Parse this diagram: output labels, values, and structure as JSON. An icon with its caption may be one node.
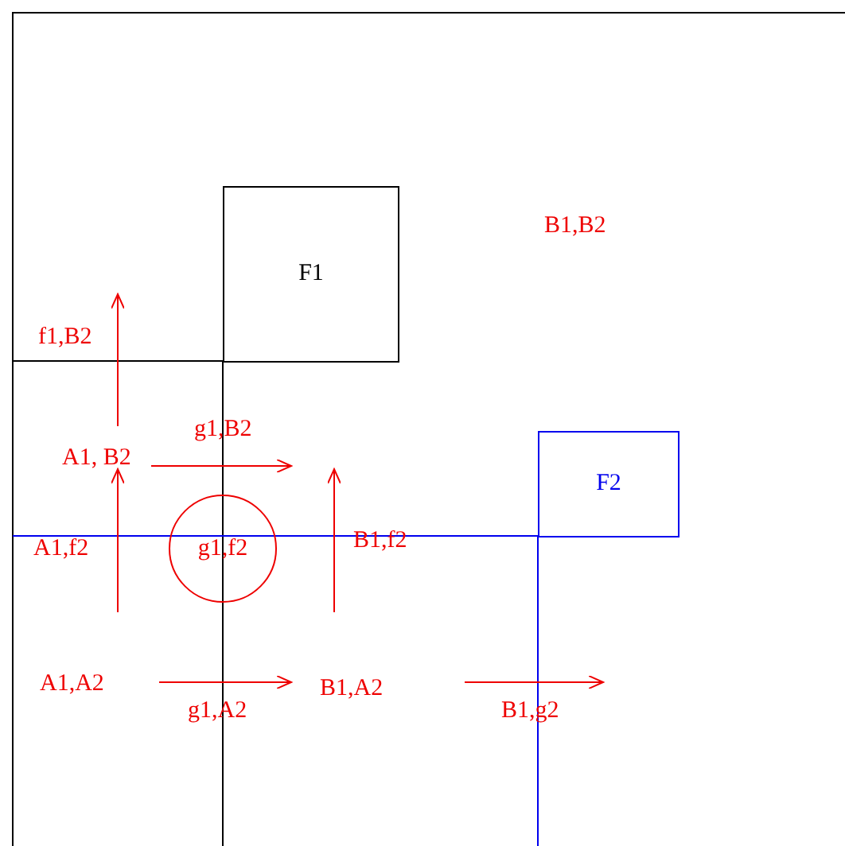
{
  "diagram": {
    "nodes": [
      {
        "text": [
          "F1"
        ]
      },
      {
        "text": [
          "F2"
        ]
      },
      {
        "text": [
          "g1,f2"
        ]
      }
    ],
    "labels": [
      "B1,B2",
      "f1,B2",
      "g1,B2",
      "A1, B2",
      "A1,f2",
      "B1,f2",
      "A1,A2",
      "g1,A2",
      "B1,A2",
      "B1,g2"
    ]
  }
}
